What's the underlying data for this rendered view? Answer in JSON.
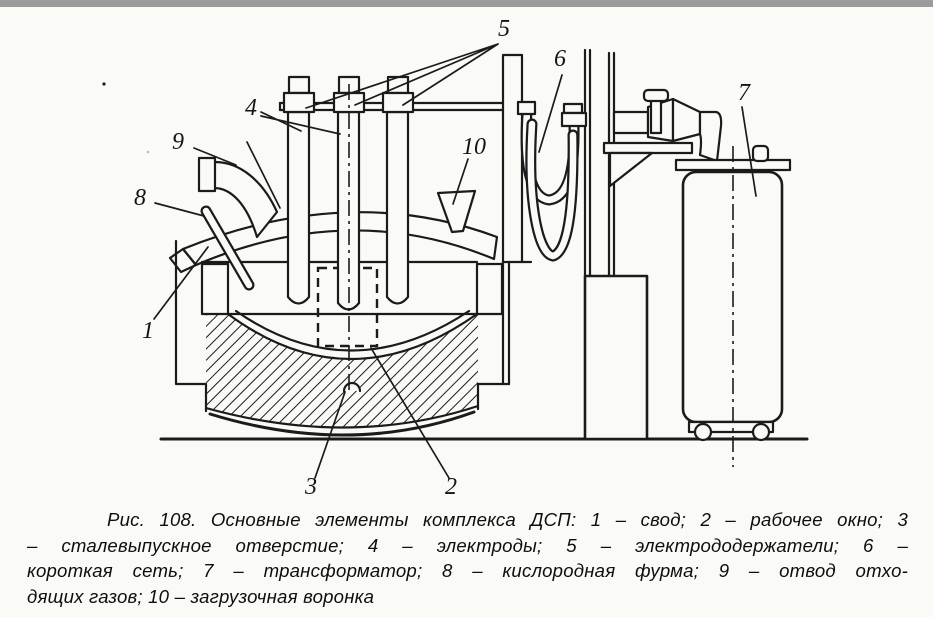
{
  "page": {
    "background": "#fafaf7",
    "top_bar_color": "#9b9b9b",
    "ink_color": "#1b1b1b"
  },
  "figure": {
    "figure_number": "Рис. 108",
    "title": "Основные элементы комплекса ДСП",
    "callouts": [
      "1",
      "2",
      "3",
      "4",
      "5",
      "6",
      "7",
      "8",
      "9",
      "10"
    ],
    "parts": [
      {
        "num": "1",
        "name": "свод"
      },
      {
        "num": "2",
        "name": "рабочее окно"
      },
      {
        "num": "3",
        "name": "сталевыпускное отверстие"
      },
      {
        "num": "4",
        "name": "электроды"
      },
      {
        "num": "5",
        "name": "электрододержатели"
      },
      {
        "num": "6",
        "name": "короткая сеть"
      },
      {
        "num": "7",
        "name": "трансформатор"
      },
      {
        "num": "8",
        "name": "кислородная фурма"
      },
      {
        "num": "9",
        "name": "отвод отходящих газов"
      },
      {
        "num": "10",
        "name": "загрузочная воронка"
      }
    ],
    "caption_lines": [
      "Рис. 108. Основные элементы комплекса ДСП: 1 – свод; 2 – рабочее окно; 3",
      "– сталевыпускное отверстие; 4 – электроды; 5 – электрододержатели; 6 –",
      "короткая сеть; 7 – трансформатор; 8 – кислородная фурма; 9 – отвод отхо-",
      "дящих газов; 10 – загрузочная воронка"
    ]
  }
}
